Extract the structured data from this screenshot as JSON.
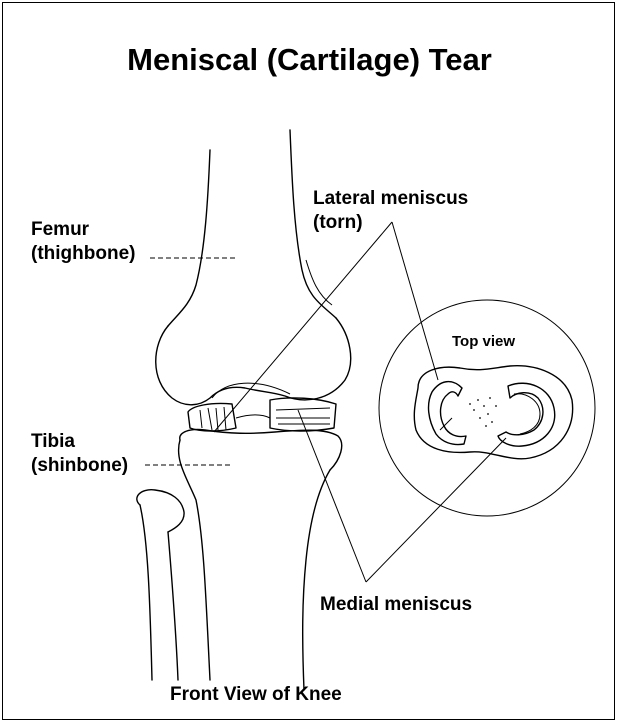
{
  "title": "Meniscal (Cartilage) Tear",
  "labels": {
    "femur_line1": "Femur",
    "femur_line2": "(thighbone)",
    "tibia_line1": "Tibia",
    "tibia_line2": "(shinbone)",
    "lateral_line1": "Lateral meniscus",
    "lateral_line2": "(torn)",
    "top_view": "Top view",
    "medial": "Medial meniscus",
    "caption": "Front View of Knee"
  }
}
